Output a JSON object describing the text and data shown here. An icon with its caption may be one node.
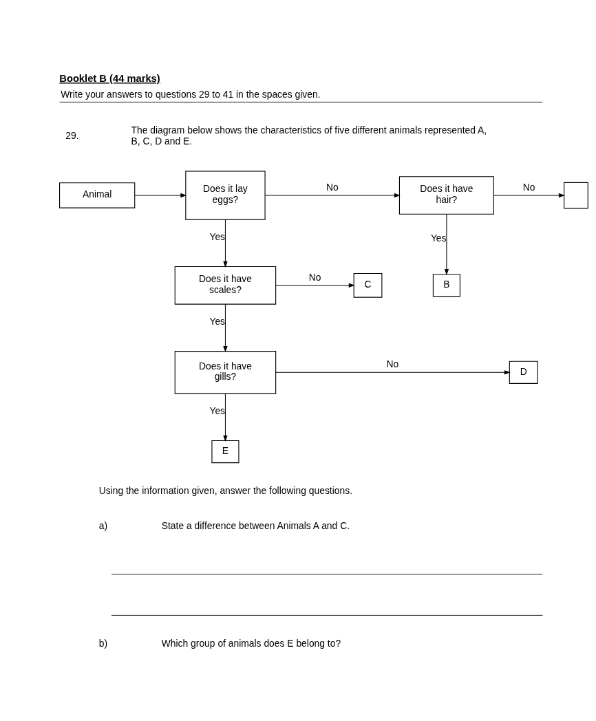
{
  "diagram": {
    "title": "Booklet B (44 marks)",
    "nodes": [
      {
        "text": [
          "Animal"
        ]
      },
      {
        "text": [
          "Does it lay eggs?"
        ]
      },
      {
        "text": [
          "Does it have hair?"
        ]
      },
      {
        "text": [],
        "shape": "box"
      },
      {
        "text": [
          "B"
        ]
      },
      {
        "text": [
          "Does it have scales?"
        ]
      },
      {
        "text": [
          "C"
        ]
      },
      {
        "text": [
          "Does it have gills?"
        ]
      },
      {
        "text": [
          "D"
        ]
      },
      {
        "text": [
          "E"
        ]
      }
    ],
    "edges": [
      {
        "from": 0,
        "to": 1,
        "arrow": "to"
      },
      {
        "from": 1,
        "to": 2,
        "arrow": "to",
        "label": "No"
      },
      {
        "from": 1,
        "to": 5,
        "arrow": "to",
        "label": "Yes"
      },
      {
        "from": 2,
        "to": 3,
        "arrow": "to",
        "label": "No"
      },
      {
        "from": 2,
        "to": 4,
        "arrow": "to",
        "label": "Yes"
      },
      {
        "from": 5,
        "to": 6,
        "arrow": "to",
        "label": "No"
      },
      {
        "from": 5,
        "to": 7,
        "arrow": "to",
        "label": "Yes"
      },
      {
        "from": 7,
        "to": 8,
        "arrow": "to",
        "label": "No"
      },
      {
        "from": 7,
        "to": 9,
        "arrow": "to",
        "label": "Yes"
      }
    ],
    "labels": [
      "Write your answers to questions 29 to 41 in the spaces given.",
      "29.",
      "The diagram below shows the characteristics of five different animals represented A, B, C, D and E.",
      "Using the information given, answer the following questions.",
      "a)",
      "State a difference between Animals A and C.",
      "b)",
      "Which group of animals does E belong to?"
    ]
  }
}
